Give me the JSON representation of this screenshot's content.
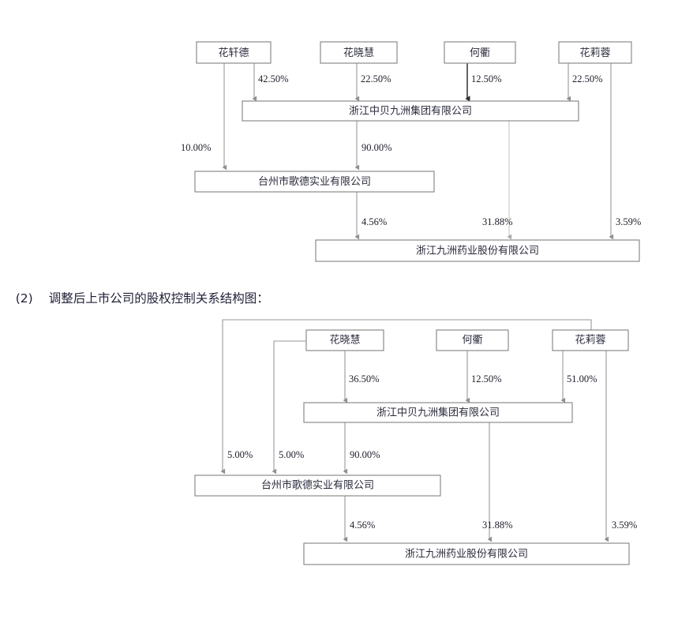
{
  "heading": {
    "number": "(2)",
    "text": "调整后上市公司的股权控制关系结构图："
  },
  "chart_data": {
    "type": "diagram",
    "title": "上市公司股权控制关系结构图",
    "diagrams": [
      {
        "id": "before-adjustment",
        "nodes": [
          {
            "id": "d1n1",
            "label": "花轩德"
          },
          {
            "id": "d1n2",
            "label": "花晓慧"
          },
          {
            "id": "d1n3",
            "label": "何衢"
          },
          {
            "id": "d1n4",
            "label": "花莉蓉"
          },
          {
            "id": "d1n5",
            "label": "浙江中贝九洲集团有限公司"
          },
          {
            "id": "d1n6",
            "label": "台州市歌德实业有限公司"
          },
          {
            "id": "d1n7",
            "label": "浙江九洲药业股份有限公司"
          }
        ],
        "edges": [
          {
            "from": "花轩德",
            "to": "浙江中贝九洲集团有限公司",
            "label": "42.50%"
          },
          {
            "from": "花晓慧",
            "to": "浙江中贝九洲集团有限公司",
            "label": "22.50%"
          },
          {
            "from": "何衢",
            "to": "浙江中贝九洲集团有限公司",
            "label": "12.50%"
          },
          {
            "from": "花莉蓉",
            "to": "浙江中贝九洲集团有限公司",
            "label": "22.50%"
          },
          {
            "from": "花轩德",
            "to": "台州市歌德实业有限公司",
            "label": "10.00%"
          },
          {
            "from": "浙江中贝九洲集团有限公司",
            "to": "台州市歌德实业有限公司",
            "label": "90.00%"
          },
          {
            "from": "台州市歌德实业有限公司",
            "to": "浙江九洲药业股份有限公司",
            "label": "4.56%"
          },
          {
            "from": "浙江中贝九洲集团有限公司",
            "to": "浙江九洲药业股份有限公司",
            "label": "31.88%"
          },
          {
            "from": "花莉蓉",
            "to": "浙江九洲药业股份有限公司",
            "label": "3.59%"
          }
        ]
      },
      {
        "id": "after-adjustment",
        "nodes": [
          {
            "id": "d2n1",
            "label": "花晓慧"
          },
          {
            "id": "d2n2",
            "label": "何衢"
          },
          {
            "id": "d2n3",
            "label": "花莉蓉"
          },
          {
            "id": "d2n4",
            "label": "浙江中贝九洲集团有限公司"
          },
          {
            "id": "d2n5",
            "label": "台州市歌德实业有限公司"
          },
          {
            "id": "d2n6",
            "label": "浙江九洲药业股份有限公司"
          }
        ],
        "edges": [
          {
            "from": "花晓慧",
            "to": "浙江中贝九洲集团有限公司",
            "label": "36.50%"
          },
          {
            "from": "何衢",
            "to": "浙江中贝九洲集团有限公司",
            "label": "12.50%"
          },
          {
            "from": "花莉蓉",
            "to": "浙江中贝九洲集团有限公司",
            "label": "51.00%"
          },
          {
            "from": "花莉蓉",
            "to": "台州市歌德实业有限公司",
            "label": "5.00%"
          },
          {
            "from": "花晓慧",
            "to": "台州市歌德实业有限公司",
            "label": "5.00%"
          },
          {
            "from": "浙江中贝九洲集团有限公司",
            "to": "台州市歌德实业有限公司",
            "label": "90.00%"
          },
          {
            "from": "台州市歌德实业有限公司",
            "to": "浙江九洲药业股份有限公司",
            "label": "4.56%"
          },
          {
            "from": "浙江中贝九洲集团有限公司",
            "to": "浙江九洲药业股份有限公司",
            "label": "31.88%"
          },
          {
            "from": "花莉蓉",
            "to": "浙江九洲药业股份有限公司",
            "label": "3.59%"
          }
        ]
      }
    ]
  },
  "d1": {
    "nodes": {
      "huaxiande": "花轩德",
      "huaxiaohui": "花晓慧",
      "hequ": "何衢",
      "hualirong": "花莉蓉",
      "group": "浙江中贝九洲集团有限公司",
      "gede": "台州市歌德实业有限公司",
      "jiuzhou": "浙江九洲药业股份有限公司"
    },
    "labels": {
      "e1": "42.50%",
      "e2": "22.50%",
      "e3": "12.50%",
      "e4": "22.50%",
      "e5": "10.00%",
      "e6": "90.00%",
      "e7": "4.56%",
      "e8": "31.88%",
      "e9": "3.59%"
    }
  },
  "d2": {
    "nodes": {
      "huaxiaohui": "花晓慧",
      "hequ": "何衢",
      "hualirong": "花莉蓉",
      "group": "浙江中贝九洲集团有限公司",
      "gede": "台州市歌德实业有限公司",
      "jiuzhou": "浙江九洲药业股份有限公司"
    },
    "labels": {
      "e1": "36.50%",
      "e2": "12.50%",
      "e3": "51.00%",
      "e4": "5.00%",
      "e5": "5.00%",
      "e6": "90.00%",
      "e7": "4.56%",
      "e8": "31.88%",
      "e9": "3.59%"
    }
  }
}
